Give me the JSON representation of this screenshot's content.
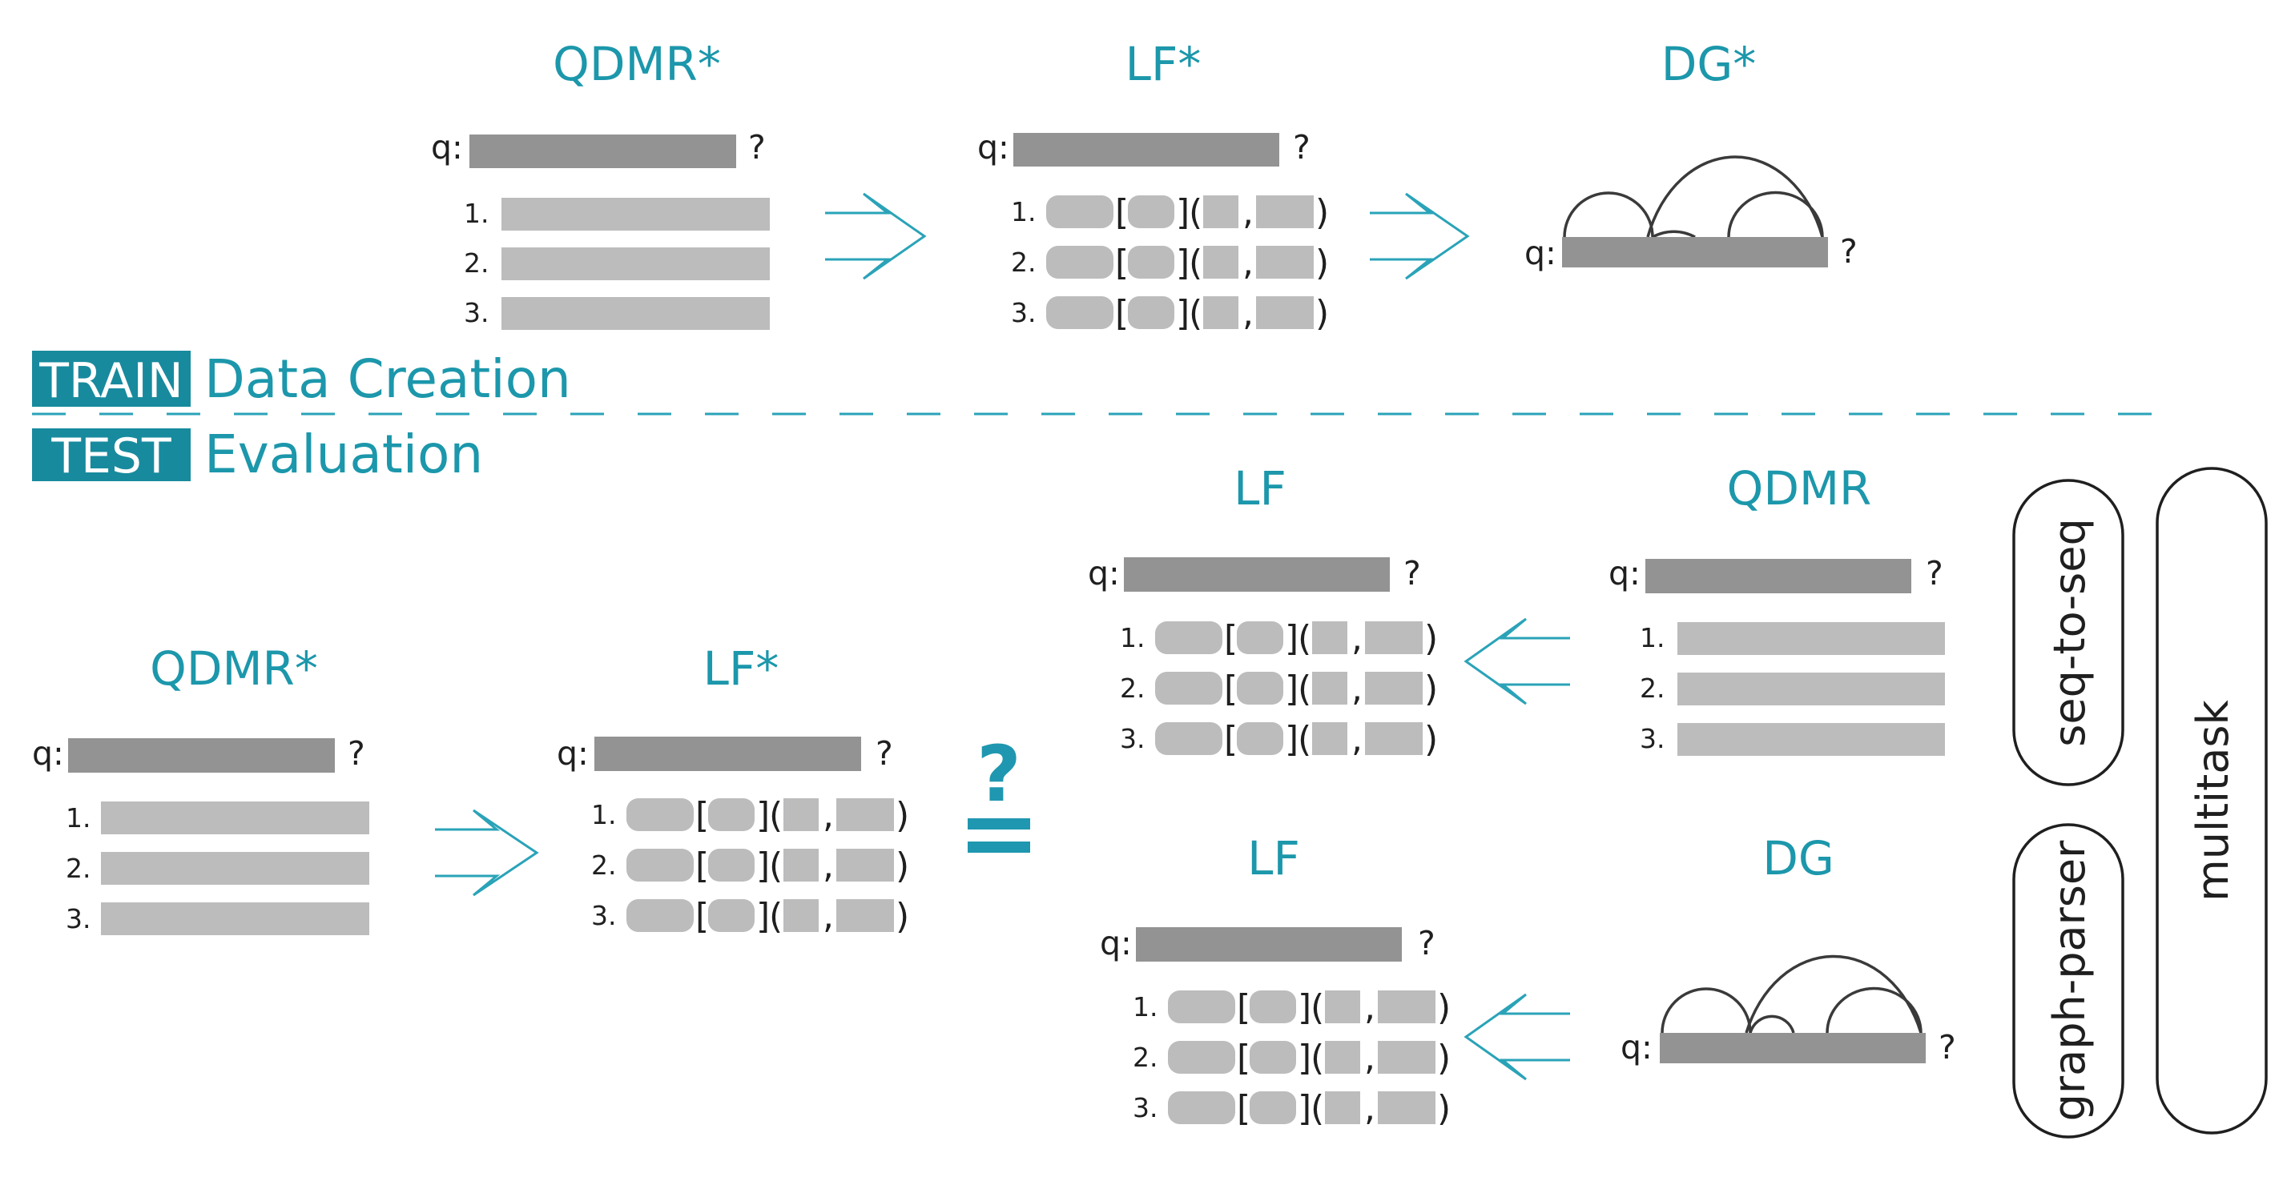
{
  "train_section": {
    "qdmr": {
      "title": "QDMR*",
      "q_label": "q:",
      "q_end": "?",
      "steps": [
        "1.",
        "2.",
        "3."
      ]
    },
    "lf": {
      "title": "LF*",
      "q_label": "q:",
      "q_end": "?",
      "steps": [
        "1.",
        "2.",
        "3."
      ]
    },
    "dg": {
      "title": "DG*",
      "q_label": "q:",
      "q_end": "?"
    }
  },
  "phase_labels": {
    "train_badge": "TRAIN",
    "train_caption": "Data Creation",
    "test_badge": "TEST",
    "test_caption": "Evaluation"
  },
  "test_section": {
    "gold_qdmr": {
      "title": "QDMR*",
      "q_label": "q:",
      "q_end": "?",
      "steps": [
        "1.",
        "2.",
        "3."
      ]
    },
    "gold_lf": {
      "title": "LF*",
      "q_label": "q:",
      "q_end": "?",
      "steps": [
        "1.",
        "2.",
        "3."
      ]
    },
    "compare_symbol": "?",
    "pred_lf_top": {
      "title": "LF",
      "q_label": "q:",
      "q_end": "?",
      "steps": [
        "1.",
        "2.",
        "3."
      ]
    },
    "pred_qdmr": {
      "title": "QDMR",
      "q_label": "q:",
      "q_end": "?",
      "steps": [
        "1.",
        "2.",
        "3."
      ]
    },
    "pred_lf_bottom": {
      "title": "LF",
      "q_label": "q:",
      "q_end": "?",
      "steps": [
        "1.",
        "2.",
        "3."
      ]
    },
    "pred_dg": {
      "title": "DG",
      "q_label": "q:",
      "q_end": "?"
    }
  },
  "models": {
    "seq2seq": "seq-to-seq",
    "graph_parser": "graph-parser",
    "multitask": "multitask"
  },
  "lf_brackets": {
    "open_square": "[",
    "close_square": "]",
    "open_paren": "(",
    "comma": ",",
    "close_paren": ")"
  },
  "colors": {
    "accent": "#1c97ab",
    "question_bar": "#939393",
    "step_bar": "#bcbcbd",
    "text": "#1f1f1f"
  }
}
